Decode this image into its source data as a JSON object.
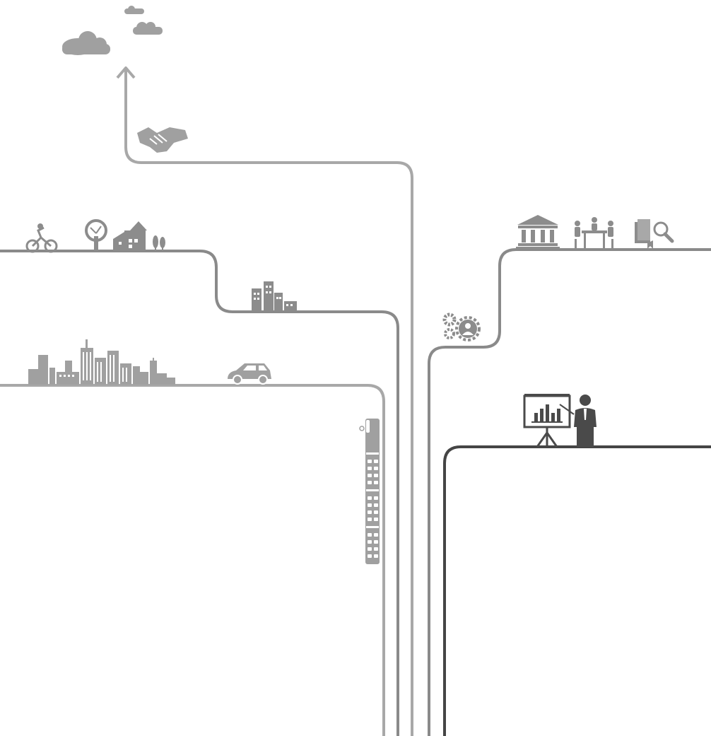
{
  "diagram": {
    "type": "infographic-route-map",
    "text": "",
    "colors": {
      "background": "#ffffff",
      "route_light": "#a8a8a8",
      "route_medium": "#8a8a8a",
      "route_dark": "#5e5e5e",
      "route_darkest": "#454545",
      "icon_light": "#a0a0a0",
      "icon_medium": "#8c8c8c",
      "icon_dark": "#4a4a4a"
    },
    "routes": [
      {
        "id": "route-partnership",
        "shade": "light",
        "destination": "cloud"
      },
      {
        "id": "route-community",
        "shade": "medium",
        "destination": "left"
      },
      {
        "id": "route-city",
        "shade": "light",
        "destination": "left"
      },
      {
        "id": "route-institutions",
        "shade": "medium",
        "destination": "right"
      },
      {
        "id": "route-presentation",
        "shade": "dark",
        "destination": "right"
      }
    ],
    "icons": [
      "cloud-icon",
      "handshake-icon",
      "cyclist-icon",
      "tree-icon",
      "house-icon",
      "small-trees-icon",
      "office-buildings-icon",
      "city-skyline-icon",
      "car-icon",
      "train-icon",
      "gears-icon",
      "bank-icon",
      "meeting-icon",
      "book-search-icon",
      "presenter-icon"
    ]
  }
}
